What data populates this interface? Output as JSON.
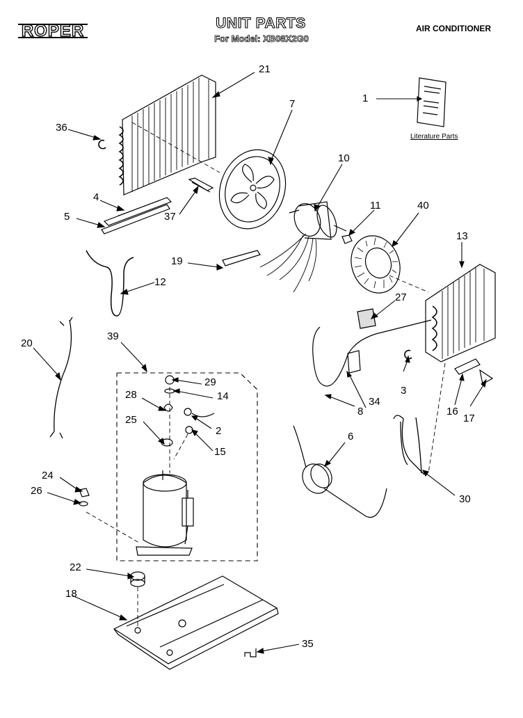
{
  "header": {
    "brand": "ROPER",
    "title": "UNIT PARTS",
    "subtitle": "For Model: XB08X2G0",
    "category": "AIR CONDITIONER"
  },
  "literature_caption": "Literature Parts",
  "part_labels": [
    "1",
    "2",
    "3",
    "4",
    "5",
    "6",
    "7",
    "8",
    "10",
    "11",
    "12",
    "13",
    "14",
    "15",
    "16",
    "17",
    "18",
    "19",
    "20",
    "21",
    "22",
    "24",
    "25",
    "26",
    "27",
    "28",
    "29",
    "30",
    "34",
    "35",
    "36",
    "37",
    "39",
    "40"
  ]
}
